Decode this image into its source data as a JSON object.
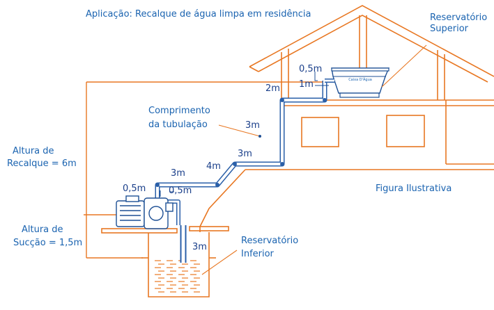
{
  "title": "Aplicação: Recalque de água limpa em residência",
  "labels": {
    "upper_tank": [
      "Reservatório",
      "Superior"
    ],
    "lower_tank": [
      "Reservatório",
      "Inferior"
    ],
    "pipe_length": [
      "Comprimento",
      "da tubulação"
    ],
    "discharge_height": [
      "Altura de",
      "Recalque = 6m"
    ],
    "suction_height": [
      "Altura de",
      "Sucção = 1,5m"
    ],
    "figure_note": "Figura Ilustrativa",
    "tank_text": "Caixa D'Água"
  },
  "measurements": {
    "top_rise": "0,5m",
    "top_drop": "1m",
    "upper_run": "2m",
    "vertical_main": "3m",
    "lower_diag": "3m",
    "diag_4m": "4m",
    "bottom_horizontal": "3m",
    "pump_rise": "0,5m",
    "pump_out": "0,5m",
    "suction_pipe": "3m"
  },
  "colors": {
    "structure": "#e87722",
    "pipe": "#2a5fa8",
    "text": "#1a63b0"
  }
}
